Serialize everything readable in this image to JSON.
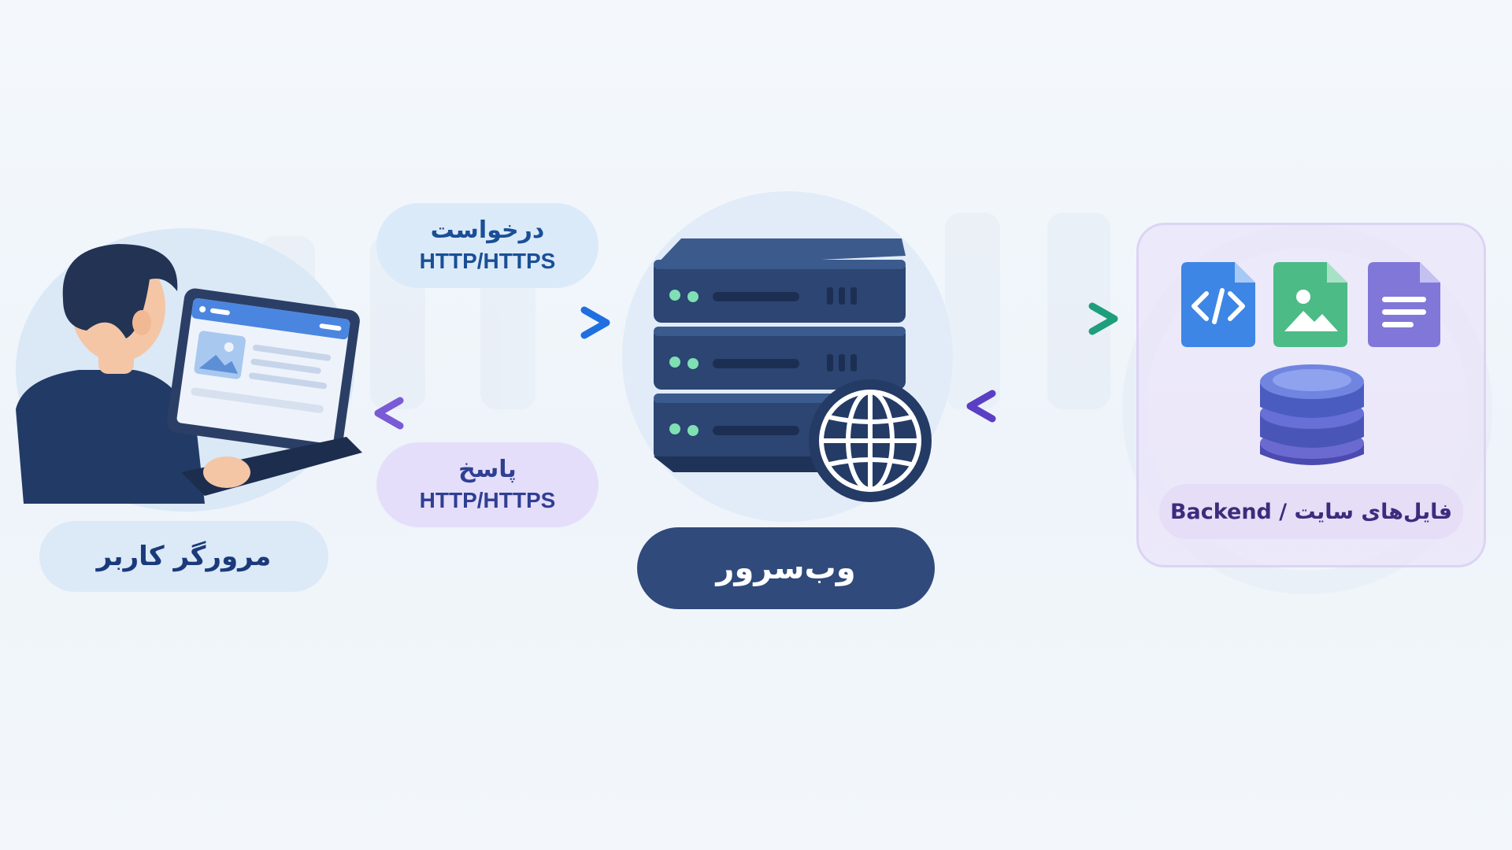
{
  "request": {
    "title": "درخواست",
    "protocol": "HTTP/HTTPS"
  },
  "response": {
    "title": "پاسخ",
    "protocol": "HTTP/HTTPS"
  },
  "browser_label": "مرورگر کاربر",
  "server_label": "وب‌سرور",
  "backend_label": "Backend / فایل‌های سایت",
  "colors": {
    "request_arrow": "#1f6fe0",
    "response_arrow": "#7a5bd6",
    "backend_out_arrow": "#2bb08a",
    "backend_in_arrow": "#6a4fcf",
    "server_dark": "#2f4a7b"
  },
  "icons": [
    "user-laptop-icon",
    "server-rack-icon",
    "globe-icon",
    "code-file-icon",
    "image-file-icon",
    "text-file-icon",
    "database-icon"
  ]
}
